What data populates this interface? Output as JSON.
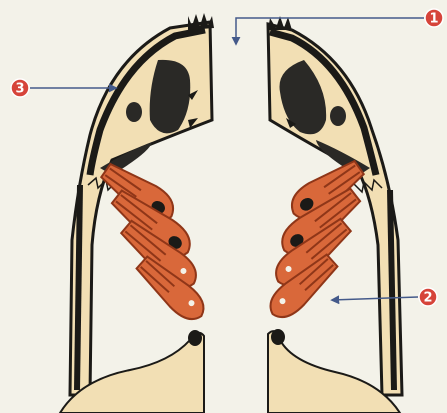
{
  "figure": {
    "background": "#f3f2e9",
    "colors": {
      "cartilage": "#f2dfb4",
      "outline": "#1b1a17",
      "cavity": "#2a2926",
      "filament": "#d9683a",
      "filament_dark": "#8f3618",
      "marker": "#d6443a",
      "arrow": "#445a8a"
    }
  },
  "markers": [
    {
      "id": "1",
      "label": "1",
      "points_to": "gap-between-jaws"
    },
    {
      "id": "2",
      "label": "2",
      "points_to": "right-gill-filaments"
    },
    {
      "id": "3",
      "label": "3",
      "points_to": "left-gill-arch-outline"
    }
  ]
}
